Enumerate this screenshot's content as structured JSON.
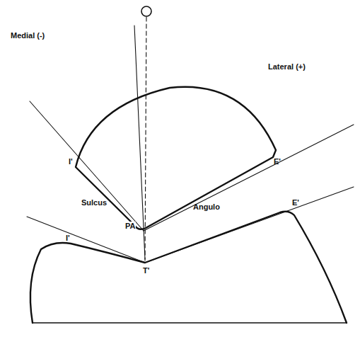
{
  "diagram": {
    "labels": [
      "Medial (-)",
      "Lateral (+)",
      "I'",
      "E'",
      "Sulcus",
      "Angulo",
      "PA",
      "I'",
      "E'",
      "T'"
    ]
  }
}
